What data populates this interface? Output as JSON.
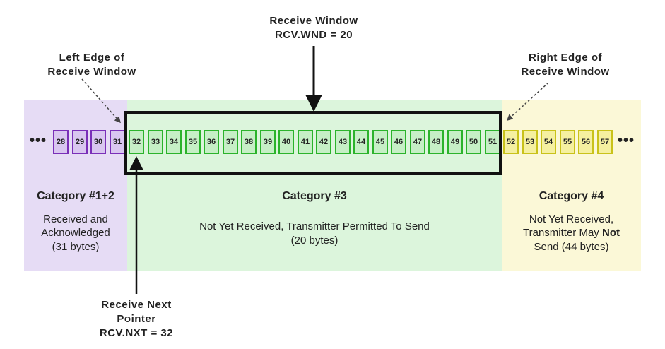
{
  "receive_window": {
    "title": "Receive Window",
    "value": "RCV.WND = 20"
  },
  "left_edge": {
    "line1": "Left Edge of",
    "line2": "Receive Window"
  },
  "right_edge": {
    "line1": "Right Edge of",
    "line2": "Receive Window"
  },
  "next_pointer": {
    "line1": "Receive Next",
    "line2": "Pointer",
    "line3": "RCV.NXT = 32"
  },
  "ellipsis": "•••",
  "categories": {
    "cat12": {
      "title": "Category #1+2",
      "line1": "Received and",
      "line2": "Acknowledged",
      "line3": "(31 bytes)"
    },
    "cat3": {
      "title": "Category #3",
      "line1": "Not Yet Received, Transmitter Permitted To Send",
      "line2": "(20 bytes)"
    },
    "cat4": {
      "title": "Category #4",
      "line1": "Not Yet Received,",
      "line2_a": "Transmitter May ",
      "line2_b": "Not",
      "line3": "Send (44 bytes)"
    }
  },
  "bytes": {
    "purple": [
      "28",
      "29",
      "30",
      "31"
    ],
    "green": [
      "32",
      "33",
      "34",
      "35",
      "36",
      "37",
      "38",
      "39",
      "40",
      "41",
      "42",
      "43",
      "44",
      "45",
      "46",
      "47",
      "48",
      "49",
      "50",
      "51"
    ],
    "yellow": [
      "52",
      "53",
      "54",
      "55",
      "56",
      "57"
    ]
  },
  "colors": {
    "purple": "#7a2fb8",
    "green": "#2bb32b",
    "yellow": "#c9c21a"
  }
}
